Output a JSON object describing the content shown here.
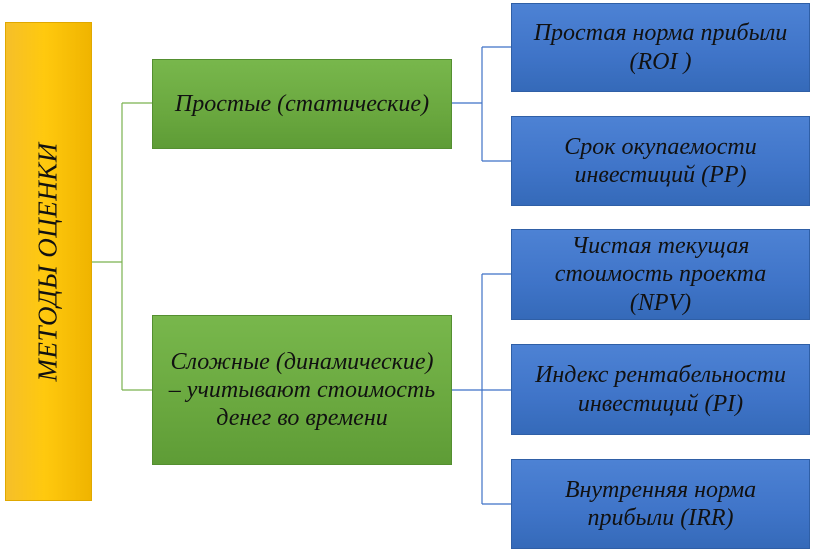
{
  "root": {
    "label": "МЕТОДЫ ОЦЕНКИ"
  },
  "groups": [
    {
      "label": "Простые (статические)",
      "methods": [
        {
          "label": "Простая норма прибыли (ROI )"
        },
        {
          "label": "Срок окупаемости инвестиций (PP)"
        }
      ]
    },
    {
      "label": "Сложные (динамические) – учитывают стоимость денег во времени",
      "methods": [
        {
          "label": "Чистая текущая стоимость проекта (NPV)"
        },
        {
          "label": "Индекс рентабельности инвестиций (PI)"
        },
        {
          "label": "Внутренняя норма прибыли (IRR)"
        }
      ]
    }
  ],
  "colors": {
    "root": "#ffc90e",
    "group": "#6aa83f",
    "method": "#3f74c8",
    "root_connector": "#7ab24f",
    "group_connector": "#3f72c6"
  }
}
